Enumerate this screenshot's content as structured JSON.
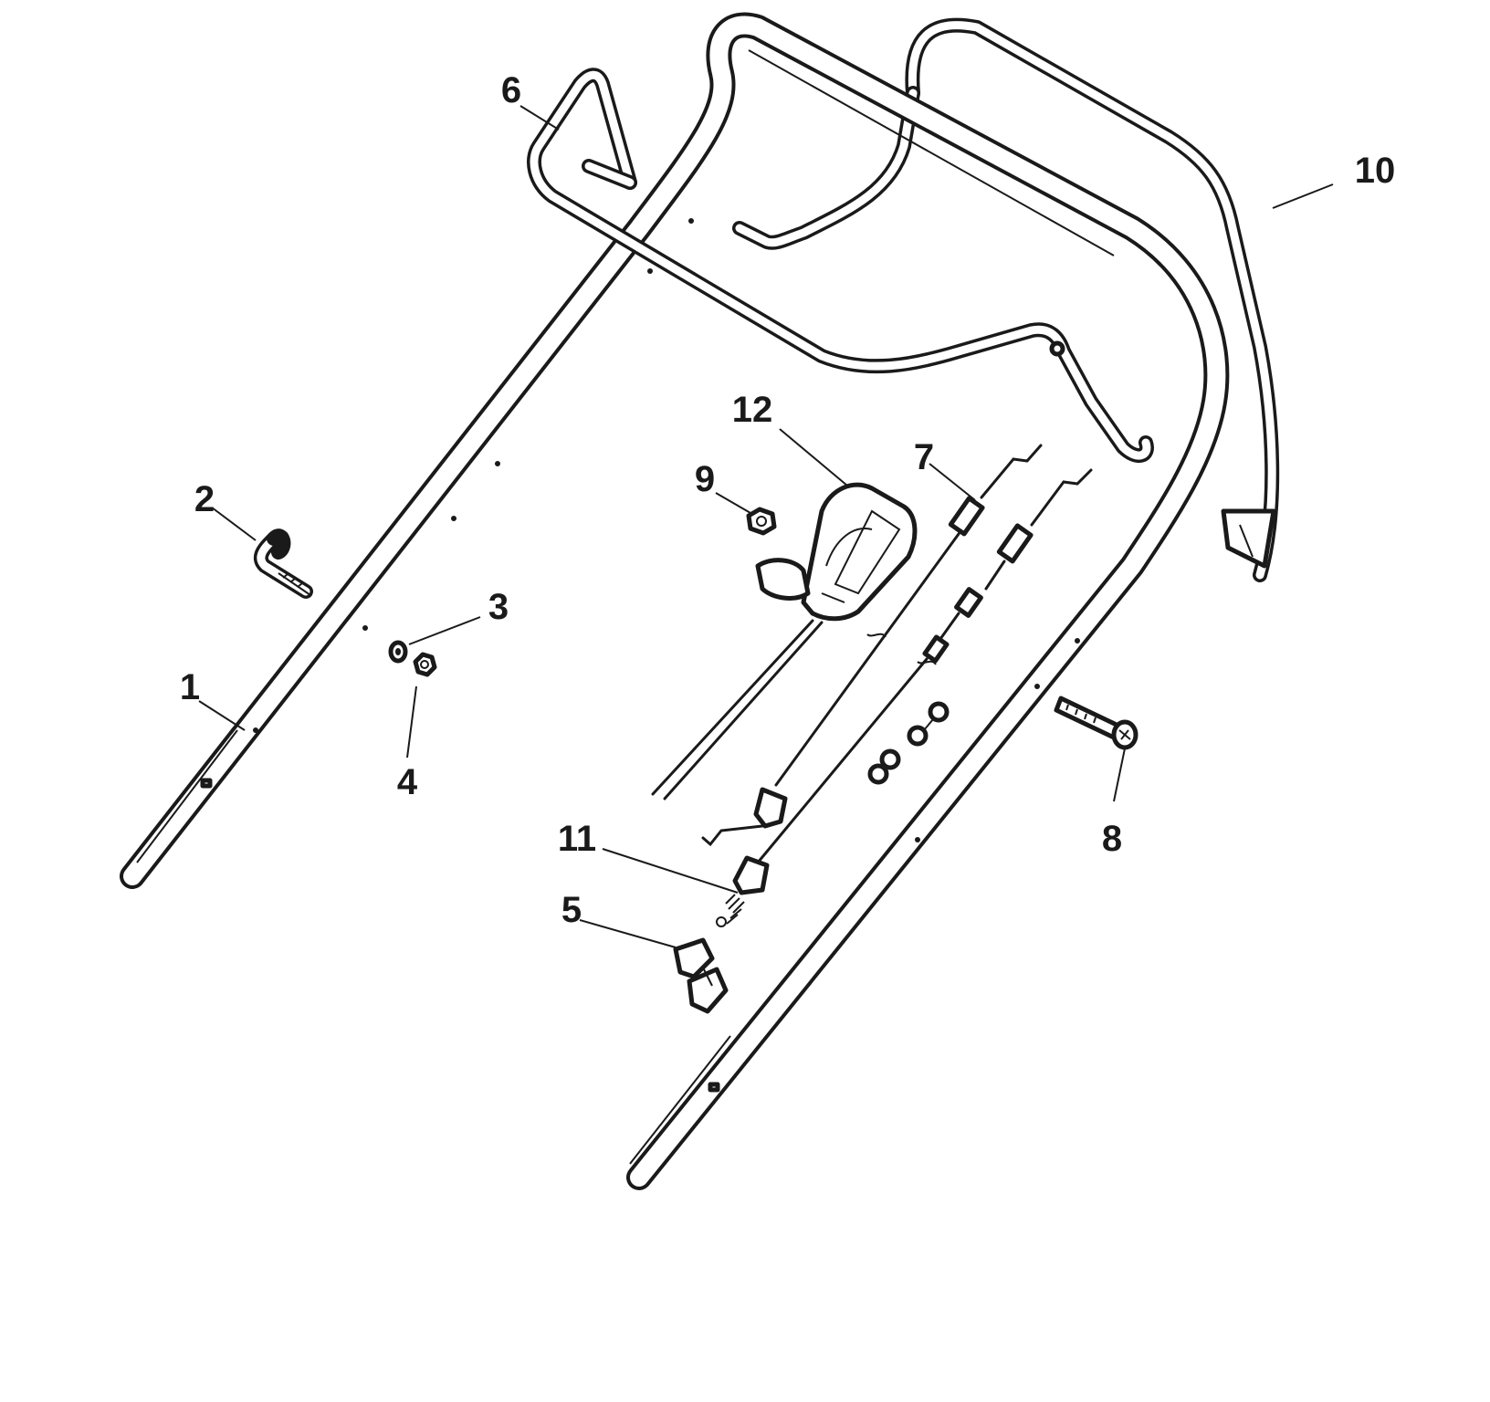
{
  "diagram": {
    "callouts": {
      "c1": "1",
      "c2": "2",
      "c3": "3",
      "c4": "4",
      "c5": "5",
      "c6": "6",
      "c7": "7",
      "c8": "8",
      "c9": "9",
      "c10": "10",
      "c11": "11",
      "c12": "12"
    },
    "colors": {
      "line": "#1a1a1a",
      "background": "#ffffff"
    }
  }
}
